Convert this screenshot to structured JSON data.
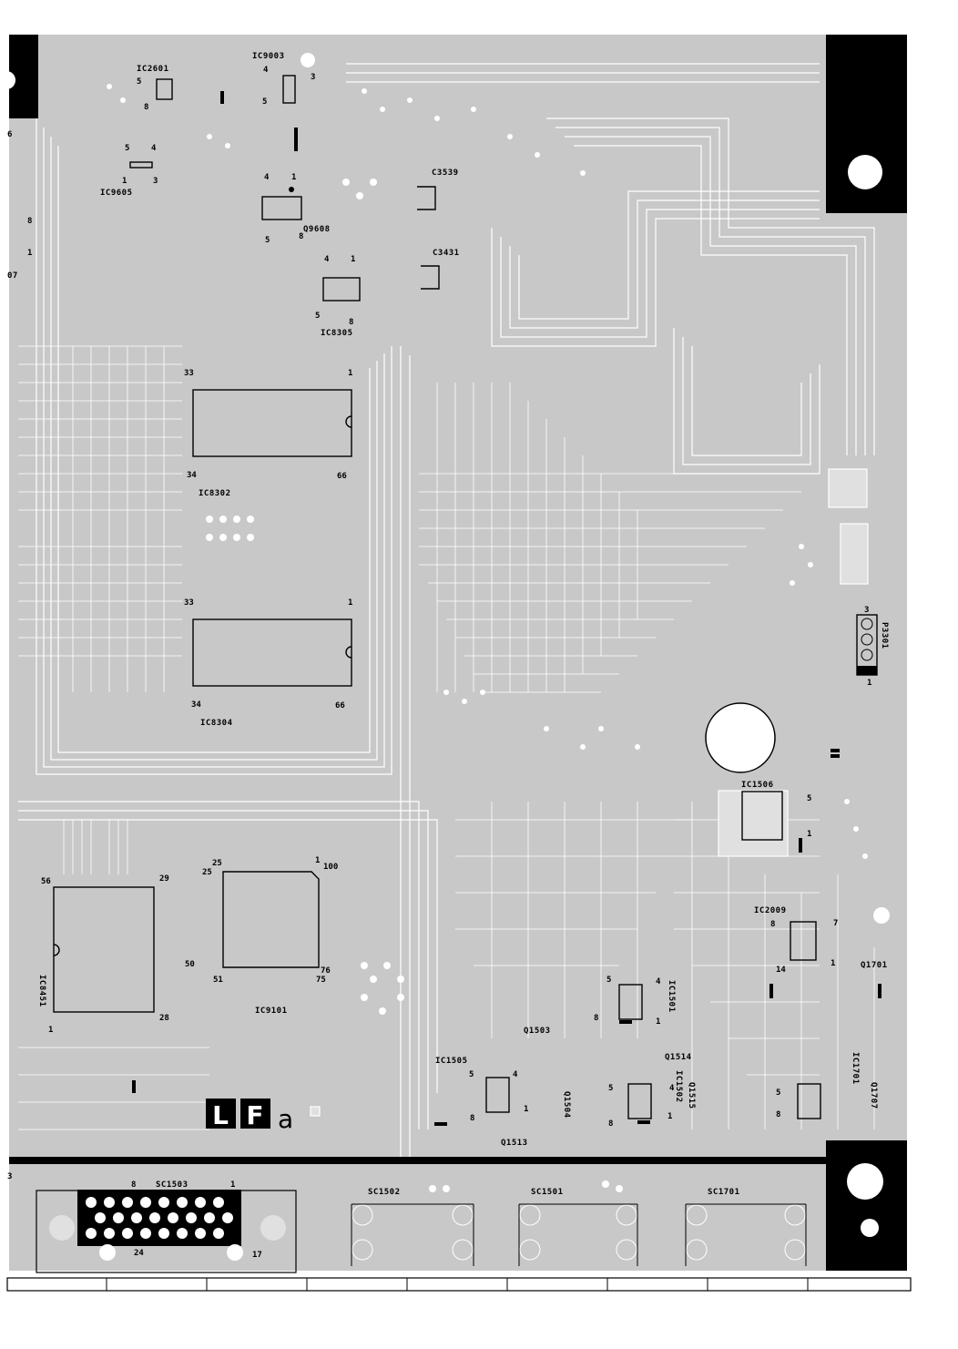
{
  "board": {
    "colors": {
      "substrate": "#c8c8c8",
      "trace": "#ffffff",
      "silkscreen": "#000000",
      "background": "#ffffff"
    },
    "logo": {
      "letters": [
        "L",
        "F"
      ],
      "suffix": "a"
    }
  },
  "components": {
    "ic2601": "IC2601",
    "ic9003": "IC9003",
    "ic9605": "IC9605",
    "q9608": "Q9608",
    "c3539": "C3539",
    "c3431": "C3431",
    "ic8305": "IC8305",
    "ic8302": "IC8302",
    "ic8304": "IC8304",
    "p3301": "P3301",
    "ic1506": "IC1506",
    "ic2009": "IC2009",
    "q1701": "Q1701",
    "ic1501": "IC1501",
    "q1503": "Q1503",
    "q1514": "Q1514",
    "ic1502": "IC1502",
    "q1515": "Q1515",
    "ic1505": "IC1505",
    "q1504": "Q1504",
    "q1513": "Q1513",
    "ic1701": "IC1701",
    "q1707": "Q1707",
    "ic8451": "IC8451",
    "ic9101": "IC9101",
    "sc1503": "SC1503",
    "sc1502": "SC1502",
    "sc1501": "SC1501",
    "sc1701": "SC1701",
    "edge_07": "07"
  },
  "pins": {
    "ic8302": {
      "p33": "33",
      "p1": "1",
      "p34": "34",
      "p66": "66"
    },
    "ic8304": {
      "p33": "33",
      "p1": "1",
      "p34": "34",
      "p66": "66"
    },
    "ic8451": {
      "p56": "56",
      "p29": "29",
      "p1": "1",
      "p28": "28"
    },
    "ic9101": {
      "p25a": "25",
      "p25b": "25",
      "p1": "1",
      "p100": "100",
      "p50": "50",
      "p51": "51",
      "p75": "75",
      "p76": "76"
    },
    "ic9605": {
      "p5": "5",
      "p4": "4",
      "p1": "1",
      "p3": "3"
    },
    "q9608": {
      "p4": "4",
      "p1": "1",
      "p5": "5",
      "p8": "8"
    },
    "ic8305": {
      "p4": "4",
      "p1": "1",
      "p5": "5",
      "p8": "8"
    },
    "ic9003": {
      "p4": "4",
      "p3": "3",
      "p5": "5"
    },
    "ic2601": {
      "p5": "5",
      "p8": "8"
    },
    "ic1506": {
      "p5": "5",
      "p1": "1"
    },
    "ic2009": {
      "p8": "8",
      "p7": "7",
      "p14": "14",
      "p1": "1"
    },
    "ic1501": {
      "p5": "5",
      "p4": "4",
      "p8": "8",
      "p1": "1"
    },
    "ic1502": {
      "p5": "5",
      "p4": "4",
      "p8": "8",
      "p1": "1"
    },
    "ic1505": {
      "p5": "5",
      "p4": "4",
      "p8": "8",
      "p1": "1"
    },
    "ic1701": {
      "p5": "5",
      "p8": "8"
    },
    "p3301": {
      "p3": "3",
      "p1": "1"
    },
    "sc1503": {
      "p8": "8",
      "p1": "1",
      "p24": "24",
      "p17": "17"
    },
    "misc": {
      "p8_left": "8",
      "p1_left": "1",
      "p3_bottom_left": "3",
      "p6_top_left": "6"
    }
  }
}
